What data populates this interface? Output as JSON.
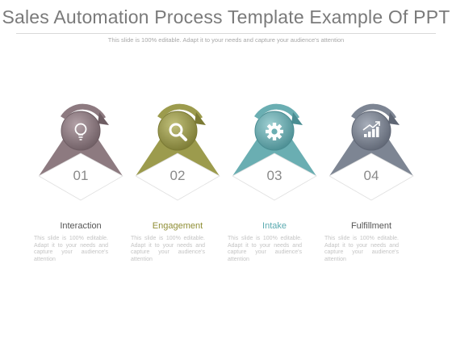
{
  "header": {
    "title": "Sales Automation Process Template Example Of PPT",
    "subtitle": "This slide is 100% editable. Adapt it to your needs and capture your audience's attention"
  },
  "steps": [
    {
      "number": "01",
      "label": "Interaction",
      "icon": "lightbulb-icon",
      "color": "#8d7a80",
      "dark": "#6e5d63",
      "light": "#b4a2a8",
      "label_color": "#555555",
      "description": "This slide is 100% editable. Adapt it to your needs and capture your audience's attention"
    },
    {
      "number": "02",
      "label": "Engagement",
      "icon": "magnifier-icon",
      "color": "#9c9b4d",
      "dark": "#7b7a34",
      "light": "#c1c07a",
      "label_color": "#8f8e35",
      "description": "This slide is 100% editable. Adapt it to your needs and capture your audience's attention"
    },
    {
      "number": "03",
      "label": "Intake",
      "icon": "gear-icon",
      "color": "#6aaeb2",
      "dark": "#4a8d92",
      "light": "#9fd0d3",
      "label_color": "#5aaab0",
      "description": "This slide is 100% editable. Adapt it to your needs and capture your audience's attention"
    },
    {
      "number": "04",
      "label": "Fulfillment",
      "icon": "growth-chart-icon",
      "color": "#7d8593",
      "dark": "#5f6674",
      "light": "#a7aeba",
      "label_color": "#555555",
      "description": "This slide is 100% editable. Adapt it to your needs and capture your audience's attention"
    }
  ]
}
